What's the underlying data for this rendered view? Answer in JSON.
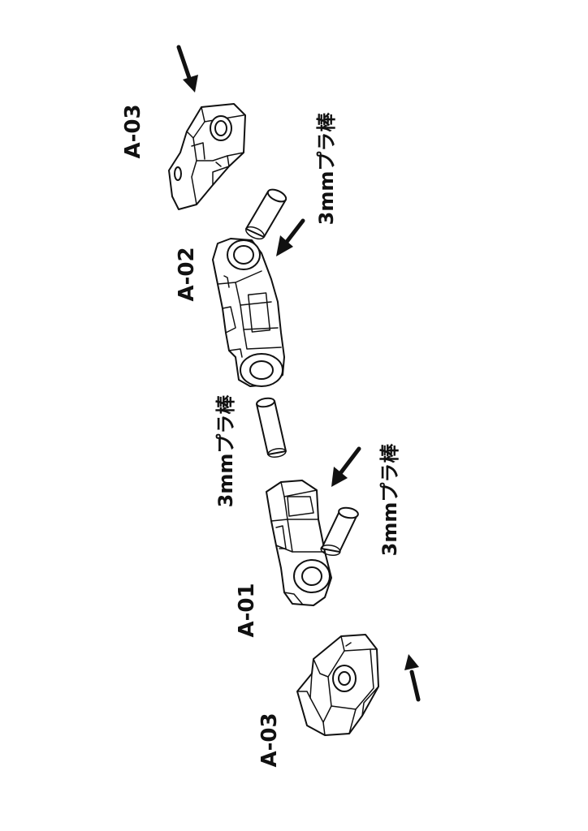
{
  "parts": {
    "a03_top": "A-03",
    "a02": "A-02",
    "a01": "A-01",
    "a03_bottom": "A-03"
  },
  "rods": {
    "upper": "3mmプラ棒",
    "middle": "3mmプラ棒",
    "lower": "3mmプラ棒"
  },
  "colors": {
    "line": "#111111",
    "background": "#ffffff"
  }
}
